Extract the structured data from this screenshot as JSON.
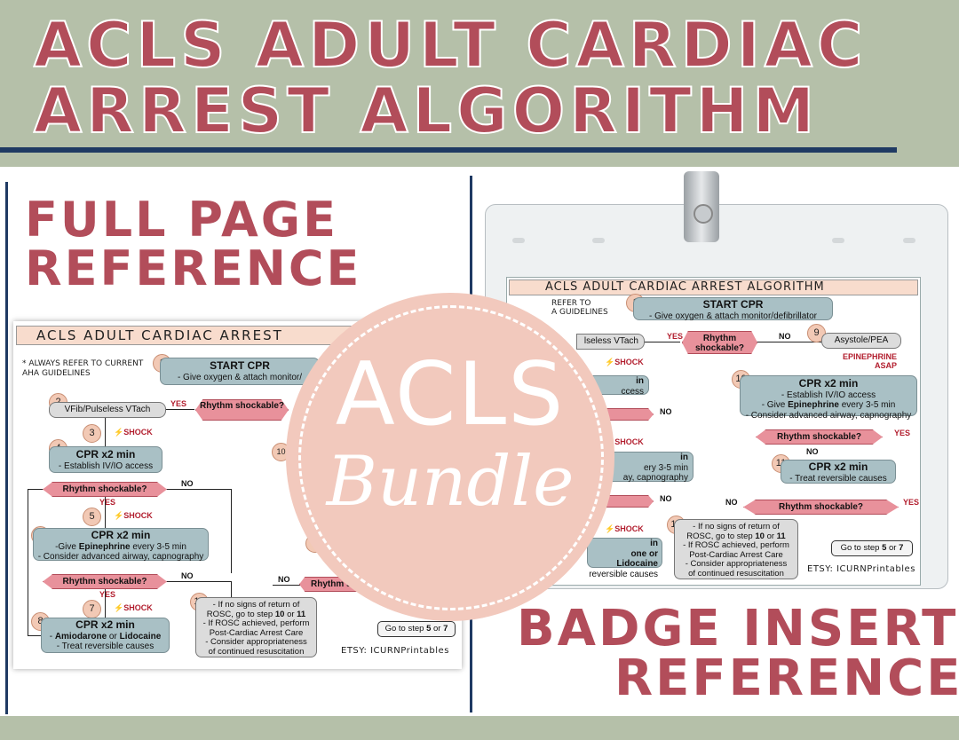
{
  "header": {
    "line1": "ACLS ADULT CARDIAC",
    "line2": "ARREST ALGORITHM"
  },
  "left": {
    "heading1": "FULL PAGE",
    "heading2": "REFERENCE",
    "doc_title": "ACLS ADULT CARDIAC ARREST",
    "note": "* ALWAYS REFER TO CURRENT AHA GUIDELINES",
    "n1": "1",
    "start": "START CPR",
    "start_sub": "- Give oxygen & attach monitor/",
    "n2": "2",
    "vfib": "VFib/Pulseless VTach",
    "yes1": "YES",
    "rhythm1": "Rhythm shockable?",
    "n3": "3",
    "shock": "SHOCK",
    "n4": "4",
    "cpr": "CPR x2 min",
    "cpr4_sub": "- Establish IV/IO access",
    "rhythm": "Rhythm shockable?",
    "no": "NO",
    "yes": "YES",
    "n5": "5",
    "n6": "6",
    "cpr6_a": "-Give ",
    "epi": "Epinephrine",
    "cpr6_b": " every 3-5 min",
    "cpr6_c": "- Consider advanced airway, capnography",
    "n7": "7",
    "n8": "8",
    "cpr8_a": "- ",
    "amio": "Amiodarone",
    "or": " or ",
    "lido": "Lidocaine",
    "cpr8_c": "- Treat reversible causes",
    "n10": "10",
    "n11": "1",
    "n12": "12",
    "s12_1": "- If no signs of return of",
    "s12_2": "ROSC, go to step ",
    "ten": "10",
    "s12_or": " or ",
    "eleven": "11",
    "s12_3": "- If ROSC achieved, perform",
    "s12_4": "Post-Cardiac Arrest Care",
    "s12_5": "- Consider appropriateness",
    "s12_6": "of continued resuscitation",
    "goto": "Go to step ",
    "five": "5",
    "goto_or": " or ",
    "seven": "7",
    "rhythm_s": "Rhythm s",
    "etsy": "ETSY: ICURNPrintables"
  },
  "badge": {
    "doc_title": "ACLS ADULT CARDIAC ARREST ALGORITHM",
    "note_a": "REFER TO",
    "note_b": "A GUIDELINES",
    "n1": "1",
    "start": "START CPR",
    "start_sub": "- Give oxygen & attach monitor/defibrillator",
    "vt": "lseless VTach",
    "yes": "YES",
    "no": "NO",
    "rhythm_a": "Rhythm",
    "rhythm_b": "shockable?",
    "n9": "9",
    "asys": "Asystole/PEA",
    "epi_a": "EPINEPHRINE",
    "epi_b": "ASAP",
    "shock": "SHOCK",
    "n10": "10",
    "cpr": "CPR x2 min",
    "c10_1": "- Establish IV/IO access",
    "c10_2a": "- Give ",
    "epi": "Epinephrine",
    "c10_2b": " every 3-5 min",
    "c10_3": "- Consider advanced airway, capnography",
    "rhythm": "Rhythm shockable?",
    "n11": "11",
    "c11_1": "- Treat reversible causes",
    "frag1": "in",
    "frag2": "ccess",
    "frag3": "in",
    "frag4": "ery 3-5 min",
    "frag5": "ay, capnography",
    "frag6": "in",
    "frag7": "one or ",
    "lido": "Lidocaine",
    "frag8": "reversible causes",
    "n12": "12",
    "s12_1": "- If no signs of return of",
    "s12_2": "ROSC, go to step ",
    "ten": "10",
    "s12_or": " or ",
    "eleven": "11",
    "s12_3": "- If ROSC achieved, perform",
    "s12_4": "Post-Cardiac Arrest Care",
    "s12_5": "- Consider appropriateness",
    "s12_6": "of continued resuscitation",
    "goto": "Go to step ",
    "five": "5",
    "goto_or": " or ",
    "seven": "7",
    "etsy": "ETSY: ICURNPrintables",
    "heading1": "BADGE INSERT",
    "heading2": "REFERENCE"
  },
  "circle": {
    "line1": "ACLS",
    "line2": "Bundle"
  },
  "colors": {
    "sage": "#b5c0a9",
    "rose": "#b24d5a",
    "navy": "#1f3a63",
    "peach": "#f2c9bd",
    "teal_box": "#a9c0c5",
    "pink_hex": "#e8919b"
  }
}
